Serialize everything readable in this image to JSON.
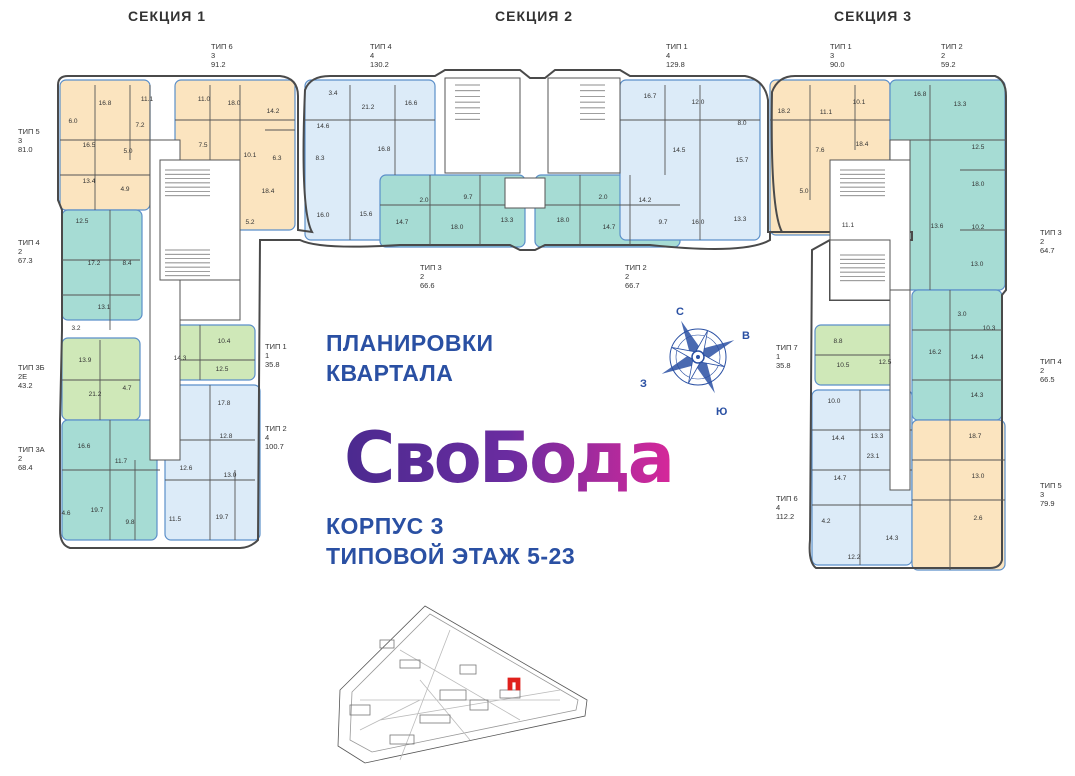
{
  "sections": [
    "СЕКЦИЯ 1",
    "СЕКЦИЯ 2",
    "СЕКЦИЯ 3"
  ],
  "headline": {
    "line1": "ПЛАНИРОВКИ",
    "line2": "КВАРТАЛА",
    "line3": "КОРПУС 3",
    "line4": "ТИПОВОЙ ЭТАЖ 5-23"
  },
  "logo_text": "СвоБода",
  "compass": {
    "n": "С",
    "e": "В",
    "s": "Ю",
    "w": "З"
  },
  "colors": {
    "blue": "#dcebf8",
    "teal": "#a6dcd4",
    "orange": "#fbe4bf",
    "green": "#cfe8b8",
    "wall": "#4a4a4a",
    "accent": "#2a50a3"
  },
  "apartments": [
    {
      "type": "ТИП 6",
      "rooms": "3",
      "area": "91.2"
    },
    {
      "type": "ТИП 5",
      "rooms": "3",
      "area": "81.0"
    },
    {
      "type": "ТИП 4",
      "rooms": "2",
      "area": "67.3"
    },
    {
      "type": "ТИП 3Б",
      "rooms": "2Е",
      "area": "43.2"
    },
    {
      "type": "ТИП 3А",
      "rooms": "2",
      "area": "68.4"
    },
    {
      "type": "ТИП 1",
      "rooms": "1",
      "area": "35.8"
    },
    {
      "type": "ТИП 2",
      "rooms": "4",
      "area": "100.7"
    },
    {
      "type": "ТИП 4",
      "rooms": "4",
      "area": "130.2"
    },
    {
      "type": "ТИП 1",
      "rooms": "4",
      "area": "129.8"
    },
    {
      "type": "ТИП 3",
      "rooms": "2",
      "area": "66.6"
    },
    {
      "type": "ТИП 2",
      "rooms": "2",
      "area": "66.7"
    },
    {
      "type": "ТИП 1",
      "rooms": "3",
      "area": "90.0"
    },
    {
      "type": "ТИП 2",
      "rooms": "2",
      "area": "59.2"
    },
    {
      "type": "ТИП 3",
      "rooms": "2",
      "area": "64.7"
    },
    {
      "type": "ТИП 7",
      "rooms": "1",
      "area": "35.8"
    },
    {
      "type": "ТИП 4",
      "rooms": "2",
      "area": "66.5"
    },
    {
      "type": "ТИП 6",
      "rooms": "4",
      "area": "112.2"
    },
    {
      "type": "ТИП 5",
      "rooms": "3",
      "area": "79.9"
    }
  ],
  "room_areas": [
    "16.8",
    "11.1",
    "11.0",
    "18.0",
    "14.2",
    "6.0",
    "7.2",
    "16.5",
    "5.0",
    "7.5",
    "10.1",
    "6.3",
    "13.4",
    "4.9",
    "18.4",
    "5.2",
    "12.5",
    "17.2",
    "8.4",
    "13.1",
    "3.2",
    "13.9",
    "21.2",
    "4.7",
    "16.6",
    "11.7",
    "19.7",
    "9.8",
    "4.6",
    "14.3",
    "10.4",
    "12.5",
    "17.8",
    "12.8",
    "12.6",
    "13.0",
    "11.5",
    "19.7",
    "3.4",
    "21.2",
    "16.6",
    "14.6",
    "8.3",
    "16.8",
    "16.0",
    "15.6",
    "14.7",
    "18.0",
    "13.3",
    "9.7",
    "2.0",
    "16.7",
    "12.0",
    "14.5",
    "8.0",
    "15.7",
    "16.0",
    "13.3",
    "18.0",
    "14.7",
    "9.7",
    "2.0",
    "14.2",
    "18.2",
    "11.1",
    "10.1",
    "7.6",
    "18.4",
    "5.0",
    "11.1",
    "16.8",
    "13.3",
    "12.5",
    "18.0",
    "10.2",
    "13.6",
    "13.0",
    "3.0",
    "10.3",
    "8.8",
    "12.5",
    "10.5",
    "16.2",
    "14.4",
    "14.3",
    "10.0",
    "13.3",
    "14.4",
    "23.1",
    "14.7",
    "4.2",
    "14.3",
    "12.2",
    "18.7",
    "13.0",
    "2.6"
  ]
}
